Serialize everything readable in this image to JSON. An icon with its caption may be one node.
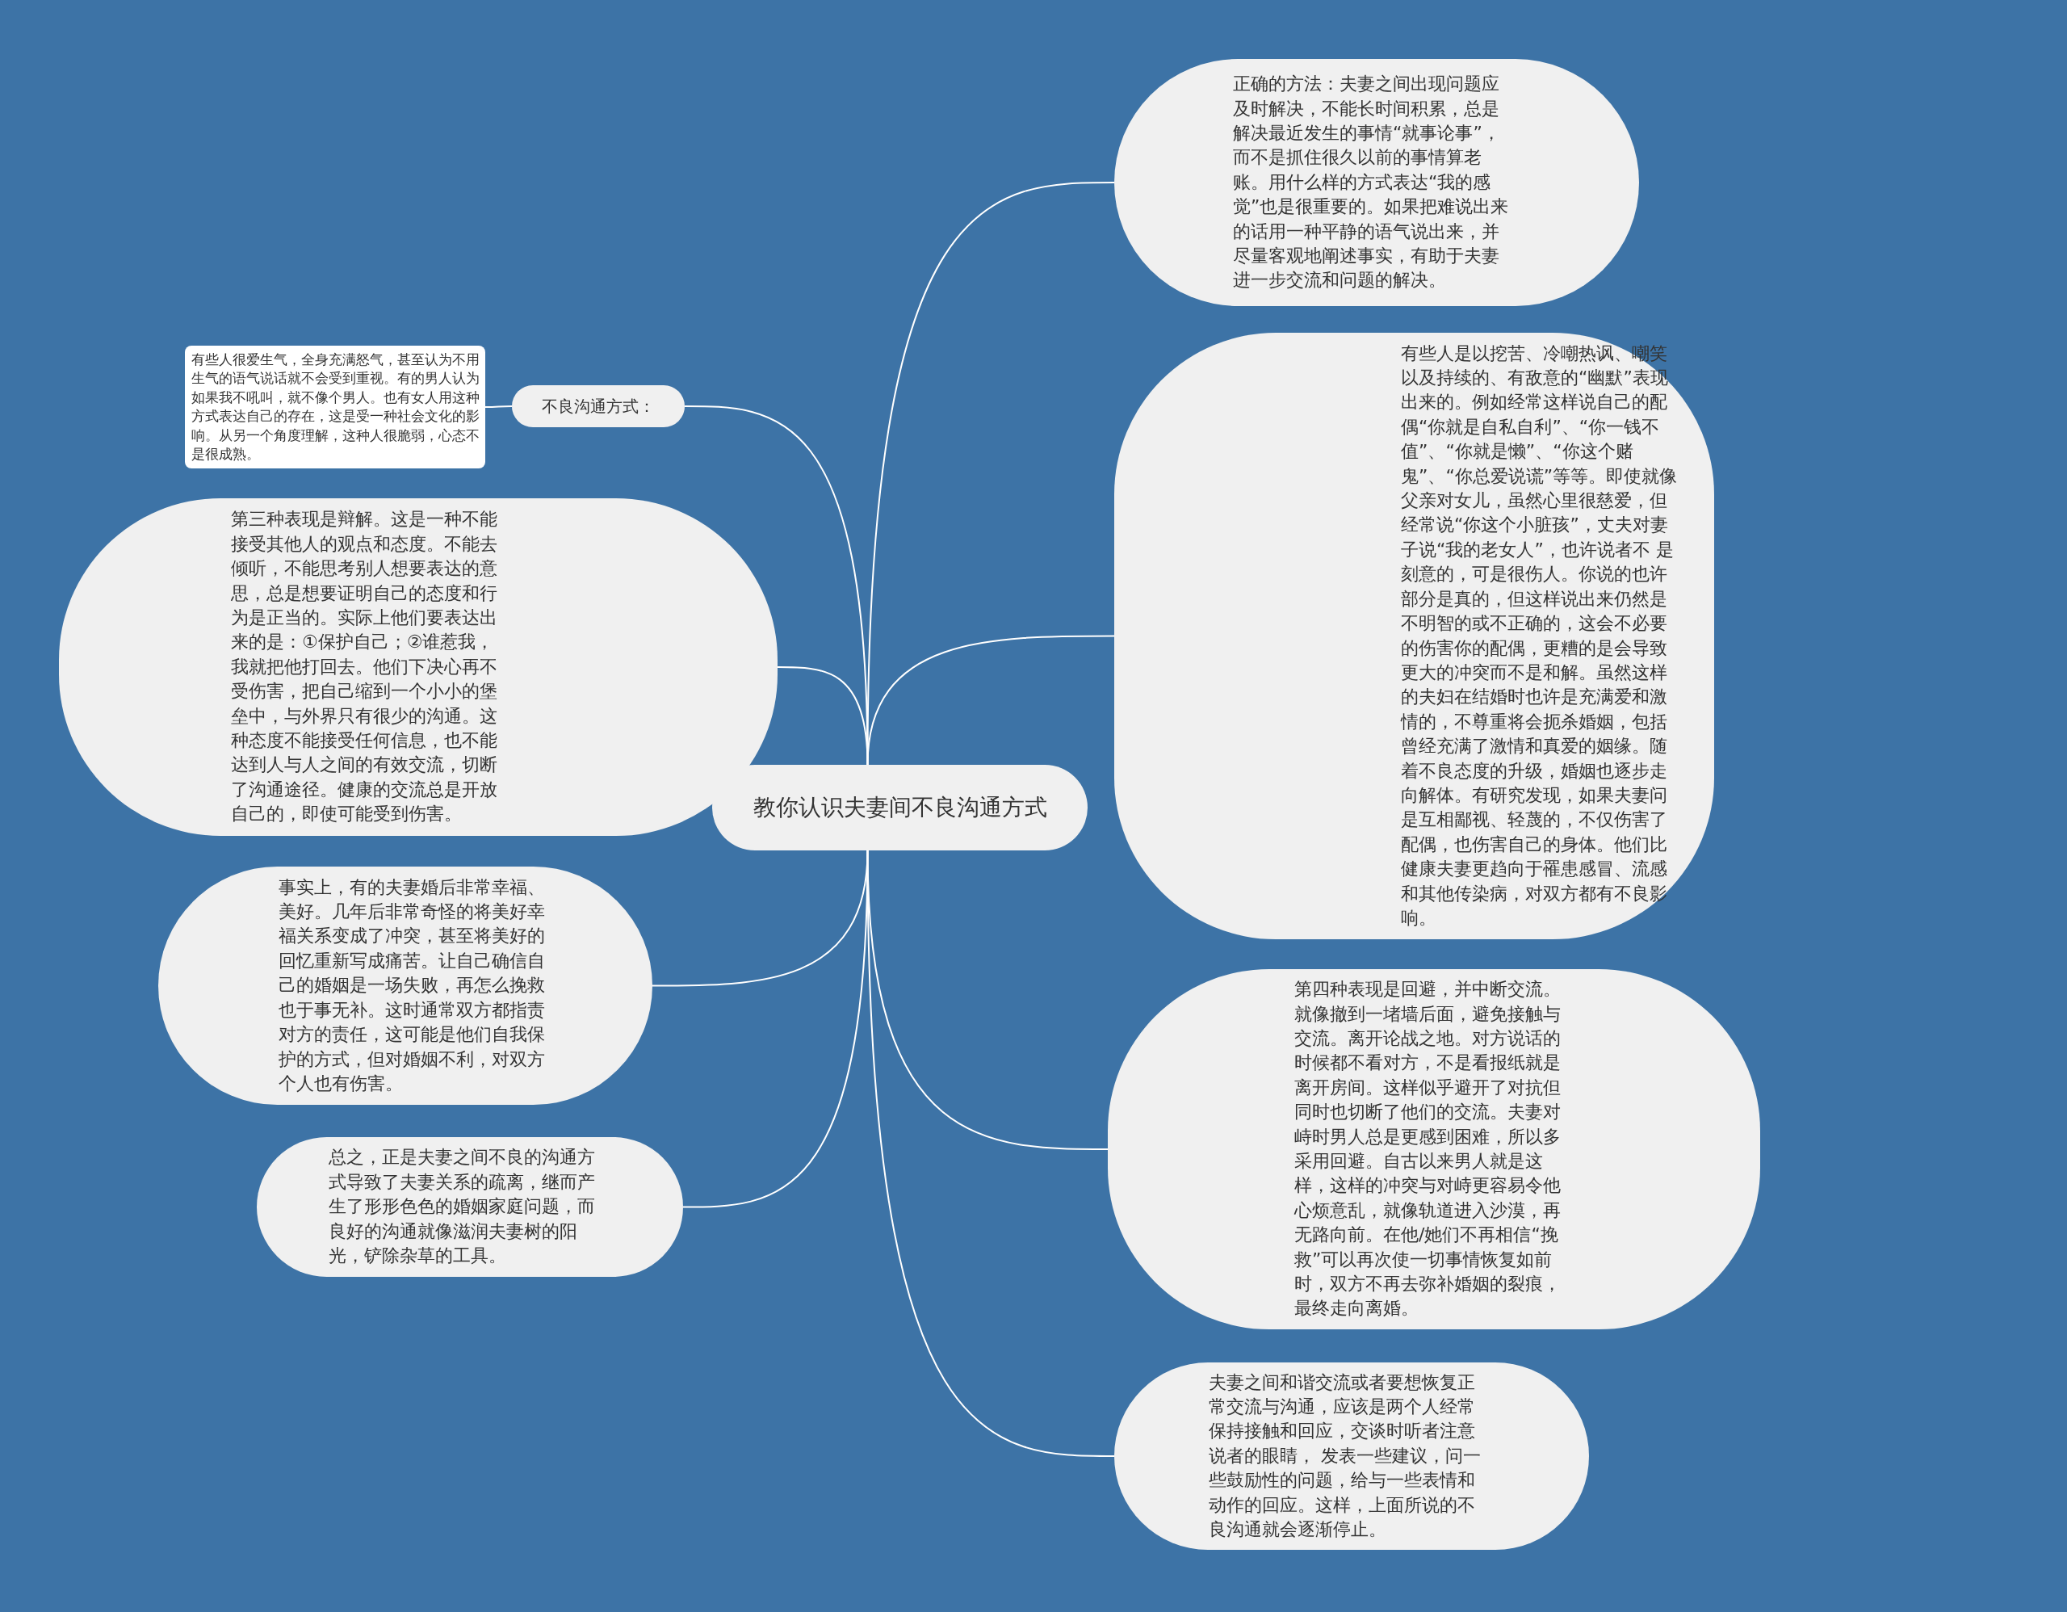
{
  "diagram": {
    "nodes": [
      {
        "text": [
          "教你认识夫妻间不良沟通方式"
        ]
      },
      {
        "text": [
          "正确的方法：夫妻之间出现问题应及时解决，不能长时间积累，总是解决最近发生的事情“就事论事”，而不是抓住很久以前的事情算老账。用什么样的方式表达“我的感觉”也是很重要的。如果把难说出来的话用一种平静的语气说出来，并尽量客观地阐述事实，有助于夫妻进一步交流和问题的解决。"
        ]
      },
      {
        "text": [
          "不良沟通方式："
        ]
      },
      {
        "text": [
          "有些人很爱生气，全身充满怒气，甚至认为不用生气的语气说话就不会受到重视。有的男人认为如果我不吼叫，就不像个男人。也有女人用这种方式表达自己的存在，这是受一种社会文化的影响。从另一个角度理解，这种人很脆弱，心态不是很成熟。"
        ]
      },
      {
        "text": [
          "第三种表现是辩解。这是一种不能接受其他人的观点和态度。不能去倾听，不能思考别人想要表达的意思，总是想要证明自己的态度和行为是正当的。实际上他们要表达出来的是：①保护自己；②谁惹我，我就把他打回去。他们下决心再不受伤害，把自己缩到一个小小的堡垒中，与外界只有很少的沟通。这种态度不能接受任何信息，也不能达到人与人之间的有效交流，切断了沟通途径。健康的交流总是开放自己的，即使可能受到伤害。"
        ]
      },
      {
        "text": [
          "事实上，有的夫妻婚后非常幸福、美好。几年后非常奇怪的将美好幸福关系变成了冲突，甚至将美好的回忆重新写成痛苦。让自己确信自己的婚姻是一场失败，再怎么挽救也于事无补。这时通常双方都指责对方的责任，这可能是他们自我保护的方式，但对婚姻不利，对双方个人也有伤害。"
        ]
      },
      {
        "text": [
          "总之，正是夫妻之间不良的沟通方式导致了夫妻关系的疏离，继而产生了形形色色的婚姻家庭问题，而良好的沟通就像滋润夫妻树的阳光，铲除杂草的工具。"
        ]
      },
      {
        "text": [
          "有些人是以挖苦、冷嘲热讽、嘲笑以及持续的、有敌意的“幽默”表现出来的。例如经常这样说自己的配偶“你就是自私自利”、“你一钱不值”、“你就是懒”、“你这个赌鬼”、“你总爱说谎”等等。即使就像父亲对女儿，虽然心里很慈爱，但经常说“你这个小脏孩”，丈夫对妻子说“我的老女人”，也许说者不 是刻意的，可是很伤人。你说的也许部分是真的，但这样说出来仍然是不明智的或不正确的，这会不必要的伤害你的配偶，更糟的是会导致更大的冲突而不是和解。虽然这样的夫妇在结婚时也许是充满爱和激情的，不尊重将会扼杀婚姻，包括曾经充满了激情和真爱的姻缘。随着不良态度的升级，婚姻也逐步走向解体。有研究发现，如果夫妻问是互相鄙视、轻蔑的，不仅伤害了配偶，也伤害自己的身体。他们比健康夫妻更趋向于罹患感冒、流感和其他传染病，对双方都有不良影响。"
        ]
      },
      {
        "text": [
          "第四种表现是回避，并中断交流。就像撤到一堵墙后面，避免接触与交流。离开论战之地。对方说话的时候都不看对方，不是看报纸就是离开房间。这样似乎避开了对抗但同时也切断了他们的交流。夫妻对峙时男人总是更感到困难，所以多采用回避。自古以来男人就是这样，这样的冲突与对峙更容易令他心烦意乱，就像轨道进入沙漠，再无路向前。在他/她们不再相信“挽救”可以再次使一切事情恢复如前时，双方不再去弥补婚姻的裂痕，最终走向离婚。"
        ]
      },
      {
        "text": [
          "夫妻之间和谐交流或者要想恢复正常交流与沟通，应该是两个人经常保持接触和回应，交谈时听者注意说者的眼睛， 发表一些建议，问一些鼓励性的问题，给与一些表情和动作的回应。这样，上面所说的不良沟通就会逐渐停止。"
        ]
      }
    ],
    "edges": [
      {
        "from": 0,
        "to": 1,
        "arrow": "none"
      },
      {
        "from": 0,
        "to": 2,
        "arrow": "none"
      },
      {
        "from": 2,
        "to": 3,
        "arrow": "none"
      },
      {
        "from": 0,
        "to": 4,
        "arrow": "none"
      },
      {
        "from": 0,
        "to": 5,
        "arrow": "none"
      },
      {
        "from": 0,
        "to": 6,
        "arrow": "none"
      },
      {
        "from": 0,
        "to": 7,
        "arrow": "none"
      },
      {
        "from": 0,
        "to": 8,
        "arrow": "none"
      },
      {
        "from": 0,
        "to": 9,
        "arrow": "none"
      }
    ]
  }
}
